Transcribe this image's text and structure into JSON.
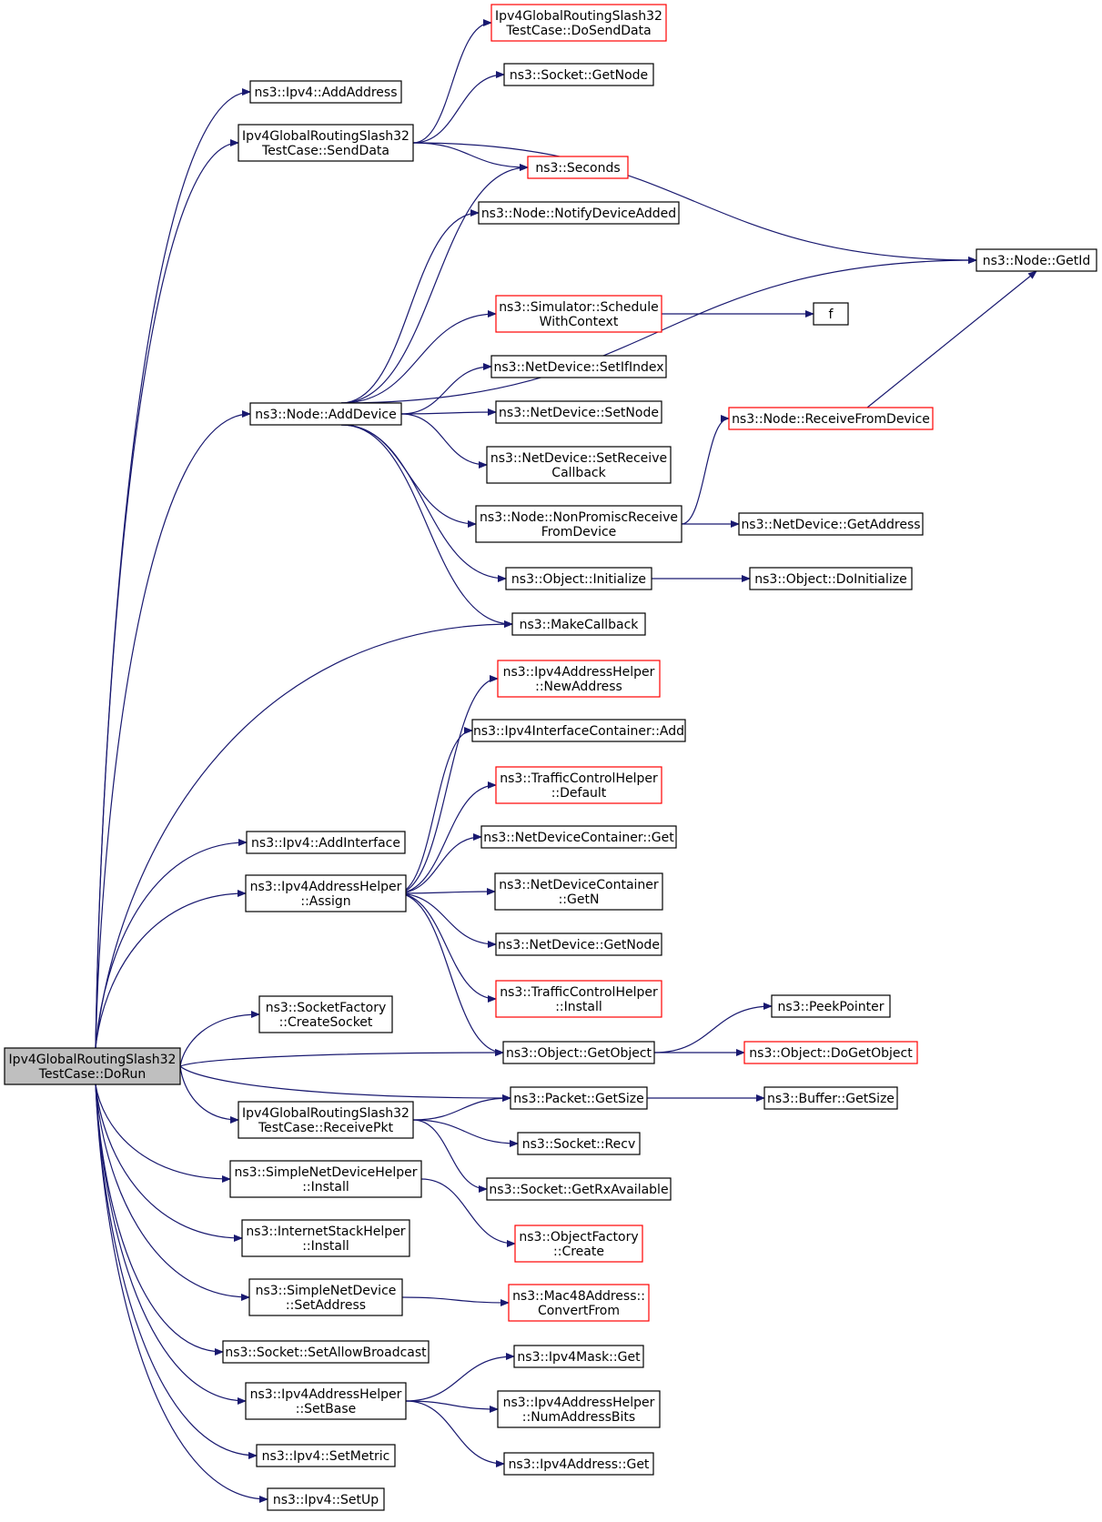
{
  "colors": {
    "edge": "#191970",
    "node_border_black": "#000000",
    "node_border_red": "#ff0000",
    "root_fill": "#bfbfbf",
    "node_fill": "#ffffff"
  },
  "nodes": [
    {
      "id": "root",
      "lines": [
        "Ipv4GlobalRoutingSlash32",
        "TestCase::DoRun"
      ],
      "style": "root"
    },
    {
      "id": "ipv4_addaddress",
      "lines": [
        "ns3::Ipv4::AddAddress"
      ],
      "style": "black"
    },
    {
      "id": "senddata",
      "lines": [
        "Ipv4GlobalRoutingSlash32",
        "TestCase::SendData"
      ],
      "style": "black"
    },
    {
      "id": "node_adddevice",
      "lines": [
        "ns3::Node::AddDevice"
      ],
      "style": "black"
    },
    {
      "id": "ipv4_addinterface",
      "lines": [
        "ns3::Ipv4::AddInterface"
      ],
      "style": "black"
    },
    {
      "id": "addrhelper_assign",
      "lines": [
        "ns3::Ipv4AddressHelper",
        "::Assign"
      ],
      "style": "black"
    },
    {
      "id": "socketfactory_create",
      "lines": [
        "ns3::SocketFactory",
        "::CreateSocket"
      ],
      "style": "black"
    },
    {
      "id": "receivepkt",
      "lines": [
        "Ipv4GlobalRoutingSlash32",
        "TestCase::ReceivePkt"
      ],
      "style": "black"
    },
    {
      "id": "simplehelper_install",
      "lines": [
        "ns3::SimpleNetDeviceHelper",
        "::Install"
      ],
      "style": "black"
    },
    {
      "id": "internetstack_install",
      "lines": [
        "ns3::InternetStackHelper",
        "::Install"
      ],
      "style": "black"
    },
    {
      "id": "simplenetdevice_setaddr",
      "lines": [
        "ns3::SimpleNetDevice",
        "::SetAddress"
      ],
      "style": "black"
    },
    {
      "id": "socket_setallowbcast",
      "lines": [
        "ns3::Socket::SetAllowBroadcast"
      ],
      "style": "black"
    },
    {
      "id": "addrhelper_setbase",
      "lines": [
        "ns3::Ipv4AddressHelper",
        "::SetBase"
      ],
      "style": "black"
    },
    {
      "id": "ipv4_setmetric",
      "lines": [
        "ns3::Ipv4::SetMetric"
      ],
      "style": "black"
    },
    {
      "id": "ipv4_setup",
      "lines": [
        "ns3::Ipv4::SetUp"
      ],
      "style": "black"
    },
    {
      "id": "dosenddata",
      "lines": [
        "Ipv4GlobalRoutingSlash32",
        "TestCase::DoSendData"
      ],
      "style": "red"
    },
    {
      "id": "socket_getnode",
      "lines": [
        "ns3::Socket::GetNode"
      ],
      "style": "black"
    },
    {
      "id": "seconds",
      "lines": [
        "ns3::Seconds"
      ],
      "style": "red"
    },
    {
      "id": "node_notifydeviceadded",
      "lines": [
        "ns3::Node::NotifyDeviceAdded"
      ],
      "style": "black"
    },
    {
      "id": "simulator_schedule",
      "lines": [
        "ns3::Simulator::Schedule",
        "WithContext"
      ],
      "style": "red"
    },
    {
      "id": "netdevice_setifindex",
      "lines": [
        "ns3::NetDevice::SetIfIndex"
      ],
      "style": "black"
    },
    {
      "id": "netdevice_setnode",
      "lines": [
        "ns3::NetDevice::SetNode"
      ],
      "style": "black"
    },
    {
      "id": "netdevice_setreceivecb",
      "lines": [
        "ns3::NetDevice::SetReceive",
        "Callback"
      ],
      "style": "black"
    },
    {
      "id": "node_nonpromisc",
      "lines": [
        "ns3::Node::NonPromiscReceive",
        "FromDevice"
      ],
      "style": "black"
    },
    {
      "id": "object_initialize",
      "lines": [
        "ns3::Object::Initialize"
      ],
      "style": "black"
    },
    {
      "id": "makecallback",
      "lines": [
        "ns3::MakeCallback"
      ],
      "style": "black"
    },
    {
      "id": "addrhelper_newaddress",
      "lines": [
        "ns3::Ipv4AddressHelper",
        "::NewAddress"
      ],
      "style": "red"
    },
    {
      "id": "ifcontainer_add",
      "lines": [
        "ns3::Ipv4InterfaceContainer::Add"
      ],
      "style": "black"
    },
    {
      "id": "tc_default",
      "lines": [
        "ns3::TrafficControlHelper",
        "::Default"
      ],
      "style": "red"
    },
    {
      "id": "devcontainer_get",
      "lines": [
        "ns3::NetDeviceContainer::Get"
      ],
      "style": "black"
    },
    {
      "id": "devcontainer_getn",
      "lines": [
        "ns3::NetDeviceContainer",
        "::GetN"
      ],
      "style": "black"
    },
    {
      "id": "netdevice_getnode",
      "lines": [
        "ns3::NetDevice::GetNode"
      ],
      "style": "black"
    },
    {
      "id": "tc_install",
      "lines": [
        "ns3::TrafficControlHelper",
        "::Install"
      ],
      "style": "red"
    },
    {
      "id": "object_getobject",
      "lines": [
        "ns3::Object::GetObject"
      ],
      "style": "black"
    },
    {
      "id": "packet_getsize",
      "lines": [
        "ns3::Packet::GetSize"
      ],
      "style": "black"
    },
    {
      "id": "socket_recv",
      "lines": [
        "ns3::Socket::Recv"
      ],
      "style": "black"
    },
    {
      "id": "socket_getrxavail",
      "lines": [
        "ns3::Socket::GetRxAvailable"
      ],
      "style": "black"
    },
    {
      "id": "objectfactory_create",
      "lines": [
        "ns3::ObjectFactory",
        "::Create"
      ],
      "style": "red"
    },
    {
      "id": "mac48_convertfrom",
      "lines": [
        "ns3::Mac48Address::",
        "ConvertFrom"
      ],
      "style": "red"
    },
    {
      "id": "ipv4mask_get",
      "lines": [
        "ns3::Ipv4Mask::Get"
      ],
      "style": "black"
    },
    {
      "id": "addrhelper_numaddrbits",
      "lines": [
        "ns3::Ipv4AddressHelper",
        "::NumAddressBits"
      ],
      "style": "black"
    },
    {
      "id": "ipv4address_get",
      "lines": [
        "ns3::Ipv4Address::Get"
      ],
      "style": "black"
    },
    {
      "id": "node_getid",
      "lines": [
        "ns3::Node::GetId"
      ],
      "style": "black"
    },
    {
      "id": "f",
      "lines": [
        "f"
      ],
      "style": "black"
    },
    {
      "id": "node_receivefromdevice",
      "lines": [
        "ns3::Node::ReceiveFromDevice"
      ],
      "style": "red"
    },
    {
      "id": "netdevice_getaddress",
      "lines": [
        "ns3::NetDevice::GetAddress"
      ],
      "style": "black"
    },
    {
      "id": "object_doinitialize",
      "lines": [
        "ns3::Object::DoInitialize"
      ],
      "style": "black"
    },
    {
      "id": "peekpointer",
      "lines": [
        "ns3::PeekPointer"
      ],
      "style": "black"
    },
    {
      "id": "object_dogetobject",
      "lines": [
        "ns3::Object::DoGetObject"
      ],
      "style": "red"
    },
    {
      "id": "buffer_getsize",
      "lines": [
        "ns3::Buffer::GetSize"
      ],
      "style": "black"
    }
  ],
  "edges": [
    [
      "root",
      "ipv4_addaddress"
    ],
    [
      "root",
      "senddata"
    ],
    [
      "root",
      "node_adddevice"
    ],
    [
      "root",
      "makecallback"
    ],
    [
      "root",
      "ipv4_addinterface"
    ],
    [
      "root",
      "addrhelper_assign"
    ],
    [
      "root",
      "object_getobject"
    ],
    [
      "root",
      "socketfactory_create"
    ],
    [
      "root",
      "packet_getsize"
    ],
    [
      "root",
      "receivepkt"
    ],
    [
      "root",
      "simplehelper_install"
    ],
    [
      "root",
      "internetstack_install"
    ],
    [
      "root",
      "simplenetdevice_setaddr"
    ],
    [
      "root",
      "socket_setallowbcast"
    ],
    [
      "root",
      "addrhelper_setbase"
    ],
    [
      "root",
      "ipv4_setmetric"
    ],
    [
      "root",
      "ipv4_setup"
    ],
    [
      "senddata",
      "dosenddata"
    ],
    [
      "senddata",
      "socket_getnode"
    ],
    [
      "senddata",
      "seconds"
    ],
    [
      "senddata",
      "node_getid"
    ],
    [
      "node_adddevice",
      "seconds"
    ],
    [
      "node_adddevice",
      "node_notifydeviceadded"
    ],
    [
      "node_adddevice",
      "node_getid"
    ],
    [
      "node_adddevice",
      "simulator_schedule"
    ],
    [
      "node_adddevice",
      "netdevice_setifindex"
    ],
    [
      "node_adddevice",
      "netdevice_setnode"
    ],
    [
      "node_adddevice",
      "netdevice_setreceivecb"
    ],
    [
      "node_adddevice",
      "node_nonpromisc"
    ],
    [
      "node_adddevice",
      "object_initialize"
    ],
    [
      "node_adddevice",
      "makecallback"
    ],
    [
      "simulator_schedule",
      "f"
    ],
    [
      "node_nonpromisc",
      "node_receivefromdevice"
    ],
    [
      "node_nonpromisc",
      "netdevice_getaddress"
    ],
    [
      "node_receivefromdevice",
      "node_getid"
    ],
    [
      "object_initialize",
      "object_doinitialize"
    ],
    [
      "addrhelper_assign",
      "addrhelper_newaddress"
    ],
    [
      "addrhelper_assign",
      "ifcontainer_add"
    ],
    [
      "addrhelper_assign",
      "tc_default"
    ],
    [
      "addrhelper_assign",
      "devcontainer_get"
    ],
    [
      "addrhelper_assign",
      "devcontainer_getn"
    ],
    [
      "addrhelper_assign",
      "netdevice_getnode"
    ],
    [
      "addrhelper_assign",
      "tc_install"
    ],
    [
      "addrhelper_assign",
      "object_getobject"
    ],
    [
      "object_getobject",
      "peekpointer"
    ],
    [
      "object_getobject",
      "object_dogetobject"
    ],
    [
      "receivepkt",
      "packet_getsize"
    ],
    [
      "receivepkt",
      "socket_recv"
    ],
    [
      "receivepkt",
      "socket_getrxavail"
    ],
    [
      "packet_getsize",
      "buffer_getsize"
    ],
    [
      "simplehelper_install",
      "objectfactory_create"
    ],
    [
      "simplenetdevice_setaddr",
      "mac48_convertfrom"
    ],
    [
      "addrhelper_setbase",
      "ipv4mask_get"
    ],
    [
      "addrhelper_setbase",
      "addrhelper_numaddrbits"
    ],
    [
      "addrhelper_setbase",
      "ipv4address_get"
    ]
  ]
}
